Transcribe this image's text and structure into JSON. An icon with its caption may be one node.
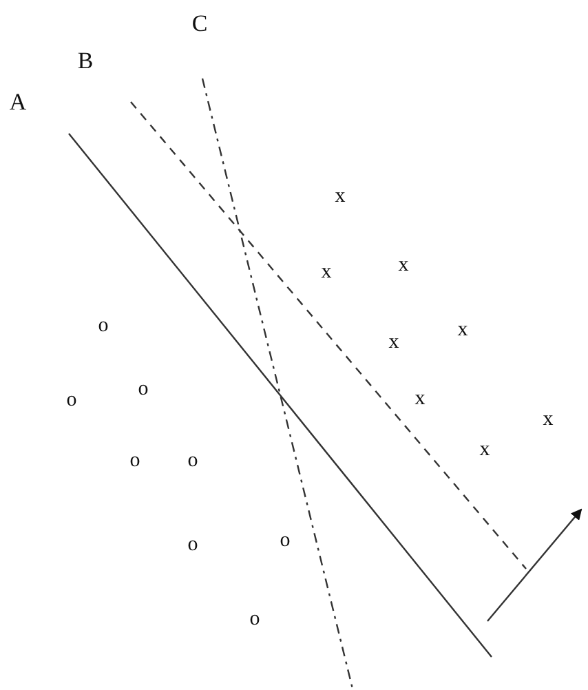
{
  "diagram": {
    "labels": [
      "C",
      "B",
      "A",
      "x",
      "x",
      "x",
      "o",
      "x",
      "x",
      "o",
      "o",
      "x",
      "x",
      "x",
      "o",
      "o",
      "o",
      "o",
      "o"
    ]
  }
}
